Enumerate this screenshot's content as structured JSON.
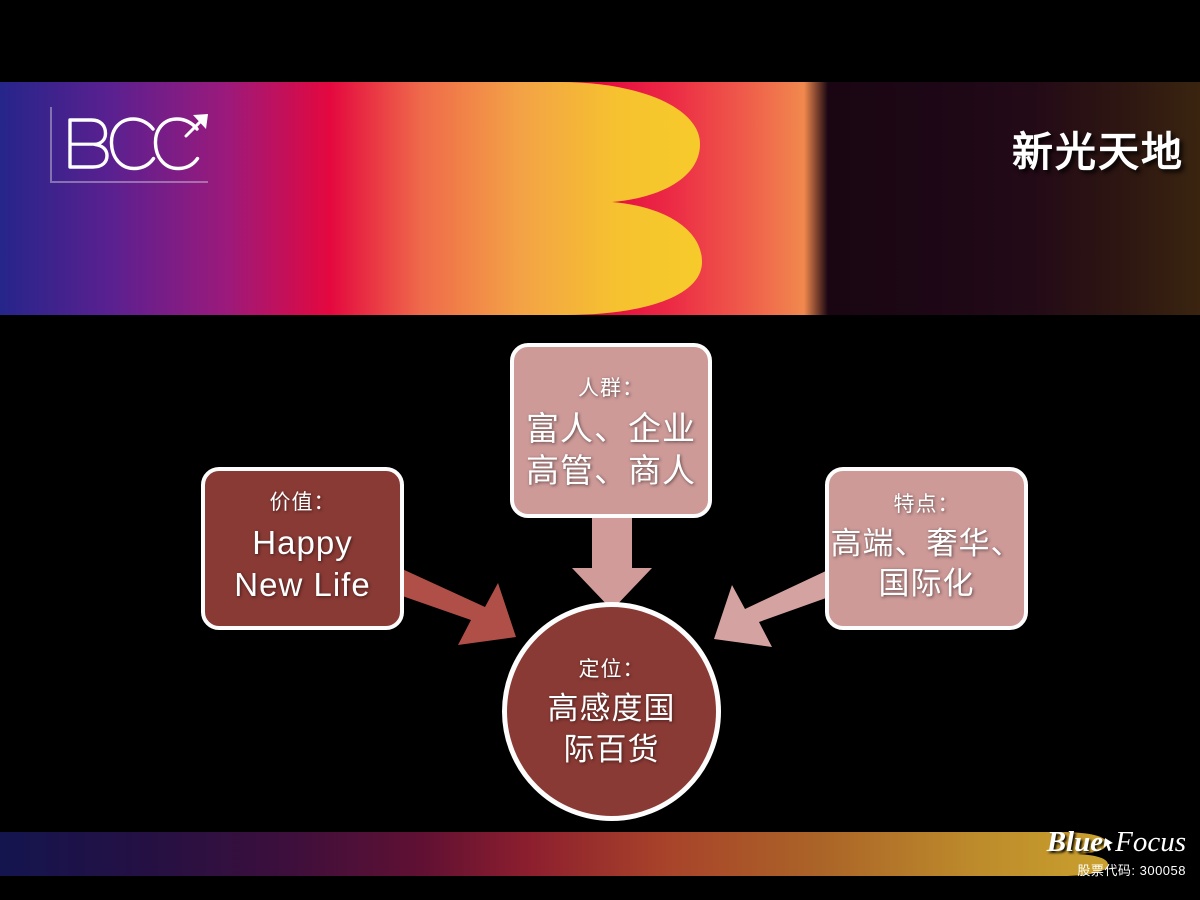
{
  "slide": {
    "background_color": "#000000",
    "header": {
      "logo_text": "BCC",
      "logo_icon": "arrow-up-right-icon",
      "title": "新光天地",
      "gradient": [
        "#21237e",
        "#6d1d8e",
        "#e30840",
        "#f1894e",
        "#1a0612",
        "#3a2410"
      ],
      "mark_gradient": [
        "#2a2a8c",
        "#c41060",
        "#e8073f",
        "#ef8a4e",
        "#f5c330"
      ]
    },
    "diagram": {
      "nodes": [
        {
          "id": "people",
          "caption": "人群：",
          "lines": [
            "富人、企业",
            "高管、商人"
          ],
          "fill": "#cd9a98",
          "border": "#fdfdfd"
        },
        {
          "id": "value",
          "caption": "价值：",
          "lines": [
            "Happy",
            "New Life"
          ],
          "fill": "#8a3a35",
          "border": "#fdfdfd"
        },
        {
          "id": "feature",
          "caption": "特点：",
          "lines": [
            "高端、奢华、",
            "国际化"
          ],
          "fill": "#cd9a98",
          "border": "#fdfdfd"
        },
        {
          "id": "positioning",
          "caption": "定位：",
          "lines": [
            "高感度国",
            "际百货"
          ],
          "fill": "#8a3a35",
          "border": "#fdfdfd"
        }
      ],
      "arrows": [
        {
          "id": "people-to-center",
          "direction": "down",
          "color": "#d09b98"
        },
        {
          "id": "value-to-center",
          "direction": "down-right",
          "color": "#b04f48"
        },
        {
          "id": "feature-to-center",
          "direction": "down-left",
          "color": "#d4a3a1"
        }
      ]
    },
    "footer": {
      "brand_blue": "Blue",
      "brand_focus": "Focus",
      "stock_code": "股票代码: 300058",
      "gradient": [
        "#15155a",
        "#3a1040",
        "#7a1038",
        "#a8342c",
        "#b0662a",
        "#c99a2c"
      ]
    }
  }
}
